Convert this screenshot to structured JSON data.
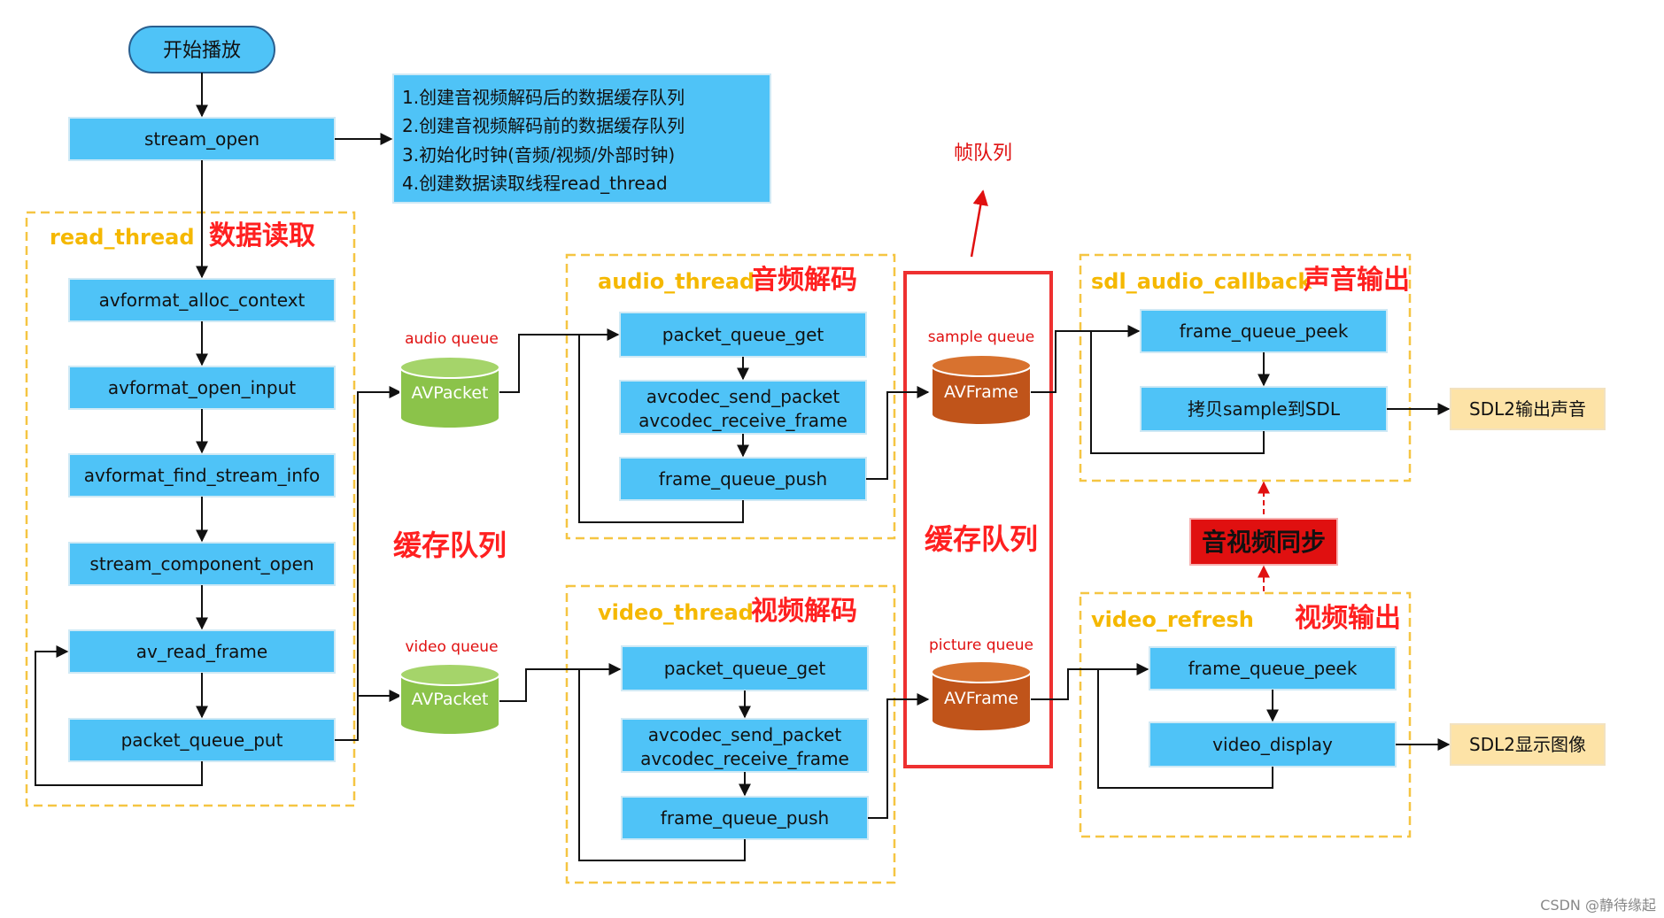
{
  "start_label": "开始播放",
  "stream_open": "stream_open",
  "notes": [
    "1.创建音视频解码后的数据缓存队列",
    "2.创建音视频解码前的数据缓存队列",
    "3.初始化时钟(音频/视频/外部时钟)",
    "4.创建数据读取线程read_thread"
  ],
  "read_thread": {
    "title": "read_thread",
    "title_cn": "数据读取",
    "steps": [
      "avformat_alloc_context",
      "avformat_open_input",
      "avformat_find_stream_info",
      "stream_component_open",
      "av_read_frame",
      "packet_queue_put"
    ]
  },
  "packet_queues": {
    "audio_label": "audio queue",
    "video_label": "video queue",
    "item": "AVPacket",
    "caption": "缓存队列"
  },
  "audio_thread": {
    "title": "audio_thread",
    "title_cn": "音频解码",
    "get": "packet_queue_get",
    "send": "avcodec_send_packet",
    "receive": "avcodec_receive_frame",
    "push": "frame_queue_push"
  },
  "video_thread": {
    "title": "video_thread",
    "title_cn": "视频解码",
    "get": "packet_queue_get",
    "send": "avcodec_send_packet",
    "receive": "avcodec_receive_frame",
    "push": "frame_queue_push"
  },
  "frame_queues": {
    "header": "帧队列",
    "sample_label": "sample queue",
    "picture_label": "picture queue",
    "item": "AVFrame",
    "caption": "缓存队列"
  },
  "sdl_audio": {
    "title": "sdl_audio_callback",
    "title_cn": "声音输出",
    "peek": "frame_queue_peek",
    "copy": "拷贝sample到SDL",
    "output": "SDL2输出声音"
  },
  "sync_label": "音视频同步",
  "video_refresh": {
    "title": "video_refresh",
    "title_cn": "视频输出",
    "peek": "frame_queue_peek",
    "display": "video_display",
    "output": "SDL2显示图像"
  },
  "watermark": "CSDN @静待缘起",
  "colors": {
    "box": "#4fc3f7",
    "box_border": "#cfe9f5",
    "container_border": "#f5c542",
    "container_title": "#f5b800",
    "cn_title": "#ff2020",
    "packet": "#8bc34a",
    "frame": "#c0541a",
    "output": "#fde3a7",
    "sync": "#e01010",
    "frame_outline": "#ee3030"
  }
}
